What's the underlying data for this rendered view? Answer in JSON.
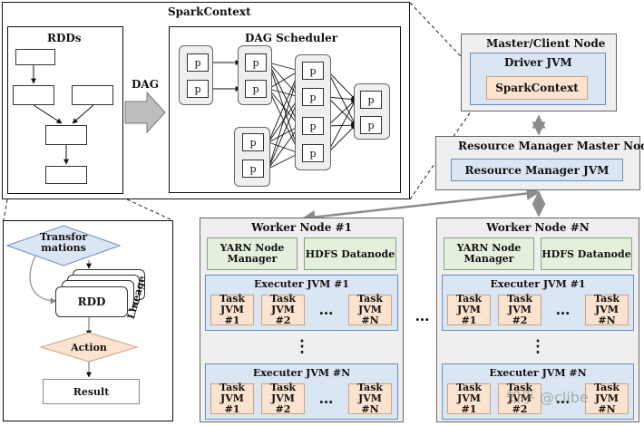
{
  "spark_context": {
    "title": "SparkContext",
    "rdds_label": "RDDs",
    "dag_arrow_label": "DAG",
    "dag_scheduler_label": "DAG Scheduler",
    "partition_label": "p"
  },
  "lineage_panel": {
    "transformations": "Transfor\nmations",
    "rdd": "RDD",
    "lineage": "Lineage",
    "action": "Action",
    "result": "Result"
  },
  "master": {
    "title": "Master/Client Node",
    "driver_jvm": "Driver JVM",
    "spark_context": "SparkContext"
  },
  "resource_manager": {
    "title": "Resource Manager Master Node",
    "jvm": "Resource Manager JVM"
  },
  "workers": [
    {
      "title": "Worker Node #1",
      "yarn": "YARN Node\nManager",
      "hdfs": "HDFS Datanode",
      "executors": [
        {
          "title": "Executer JVM #1",
          "tasks": [
            "Task\nJVM #1",
            "Task\nJVM #2",
            "Task\nJVM #N"
          ]
        },
        {
          "title": "Executer JVM #N",
          "tasks": [
            "Task\nJVM #1",
            "Task\nJVM #2",
            "Task\nJVM #N"
          ]
        }
      ]
    },
    {
      "title": "Worker Node #N",
      "yarn": "YARN Node\nManager",
      "hdfs": "HDFS Datanode",
      "executors": [
        {
          "title": "Executer JVM #1",
          "tasks": [
            "Task\nJVM #1",
            "Task\nJVM #2",
            "Task\nJVM #N"
          ]
        },
        {
          "title": "Executer JVM #N",
          "tasks": [
            "Task\nJVM #1",
            "Task\nJVM #2",
            "Task\nJVM #N"
          ]
        }
      ]
    }
  ],
  "ellipsis": "…",
  "vertical_ellipsis": "⋮",
  "watermark": "知乎 @clibe",
  "colors": {
    "blue_fill": "#dbe6f4",
    "green_fill": "#e4f0dc",
    "orange_fill": "#fbe3cf",
    "gray_fill": "#efefef",
    "arrow_gray": "#8c8c8c"
  }
}
